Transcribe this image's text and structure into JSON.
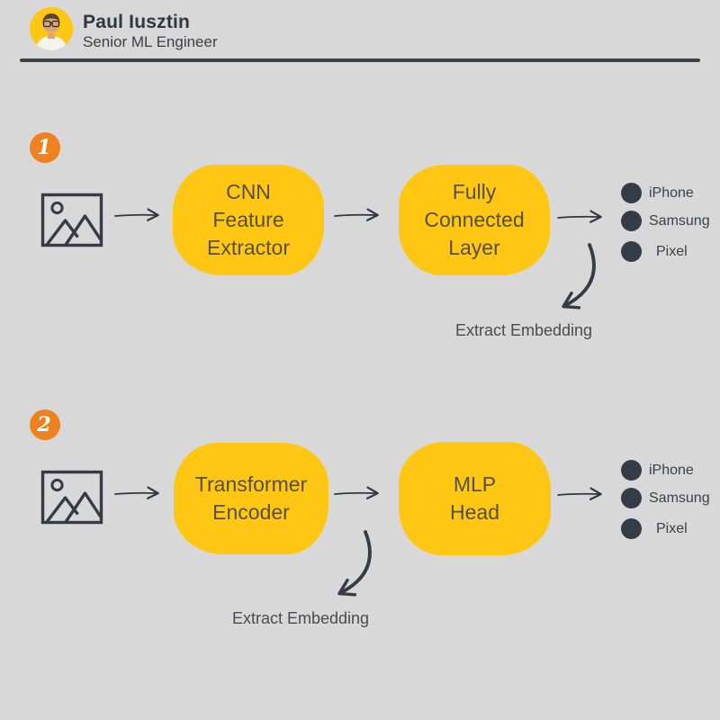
{
  "header": {
    "name": "Paul Iusztin",
    "title": "Senior ML Engineer",
    "avatar_icon": "person-avatar"
  },
  "colors": {
    "background": "#D8D8D8",
    "accent_yellow": "#FFC613",
    "accent_orange": "#F0811F",
    "dark_slate": "#333C47",
    "blob_text": "#57503A"
  },
  "diagrams": [
    {
      "badge": "1",
      "input_icon": "image-icon",
      "blocks": [
        {
          "lines": [
            "CNN",
            "Feature",
            "Extractor"
          ]
        },
        {
          "lines": [
            "Fully",
            "Connected",
            "Layer"
          ]
        }
      ],
      "outputs": [
        "iPhone",
        "Samsung",
        "Pixel"
      ],
      "embedding_label": "Extract Embedding"
    },
    {
      "badge": "2",
      "input_icon": "image-icon",
      "blocks": [
        {
          "lines": [
            "Transformer",
            "Encoder"
          ]
        },
        {
          "lines": [
            "MLP",
            "Head"
          ]
        }
      ],
      "outputs": [
        "iPhone",
        "Samsung",
        "Pixel"
      ],
      "embedding_label": "Extract Embedding"
    }
  ]
}
